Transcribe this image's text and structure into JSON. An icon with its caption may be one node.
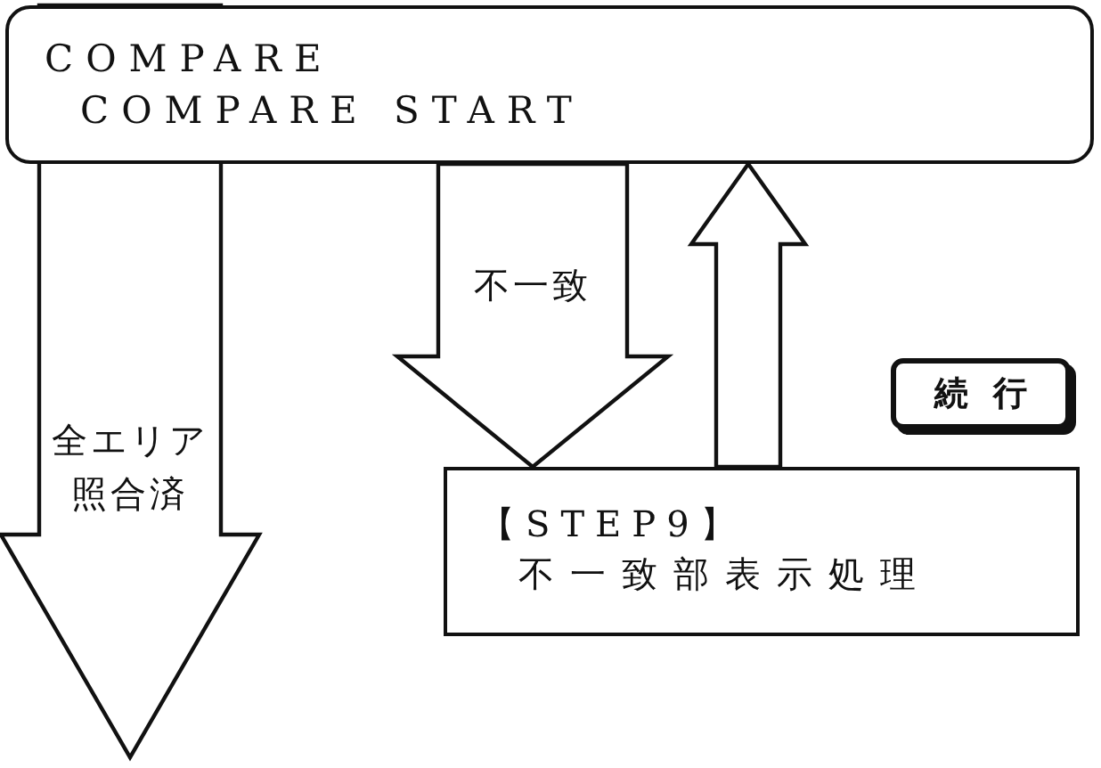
{
  "diagram": {
    "nodes": [
      {
        "text": [
          "COMPARE",
          "COMPARE START"
        ]
      },
      {
        "text": [
          "続行"
        ]
      },
      {
        "text": [
          "【STEP9】",
          "不一致部表示処理"
        ]
      }
    ],
    "edges": [
      {
        "from": 0,
        "to": null,
        "arrow": "to",
        "label": "全エリア照合済"
      },
      {
        "from": 0,
        "to": 2,
        "arrow": "to",
        "label": "不一致"
      },
      {
        "from": 2,
        "to": 0,
        "arrow": "to"
      }
    ]
  }
}
